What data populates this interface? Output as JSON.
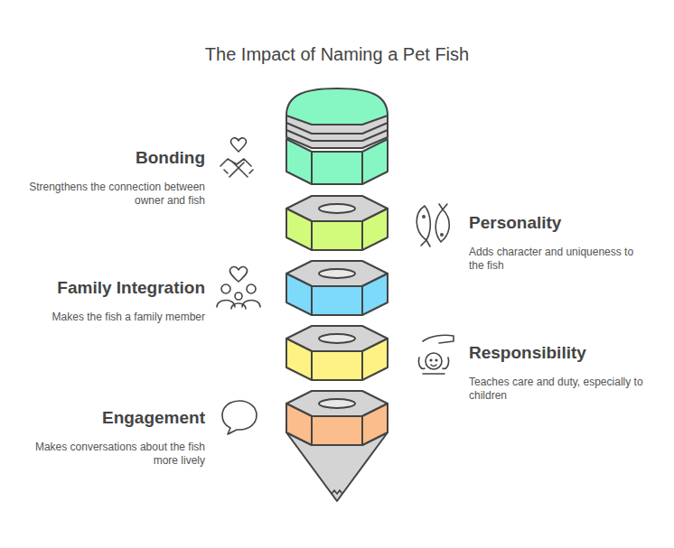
{
  "diagram": {
    "title": "The Impact of Naming a Pet Fish",
    "nodes": [
      {
        "text": [
          "Bonding",
          "Strengthens the connection between owner and fish"
        ]
      },
      {
        "text": [
          "Personality",
          "Adds character and uniqueness to the fish"
        ]
      },
      {
        "text": [
          "Family Integration",
          "Makes the fish a family member"
        ]
      },
      {
        "text": [
          "Responsibility",
          "Teaches care and duty, especially to children"
        ]
      },
      {
        "text": [
          "Engagement",
          "Makes conversations about the fish more lively"
        ]
      }
    ]
  }
}
